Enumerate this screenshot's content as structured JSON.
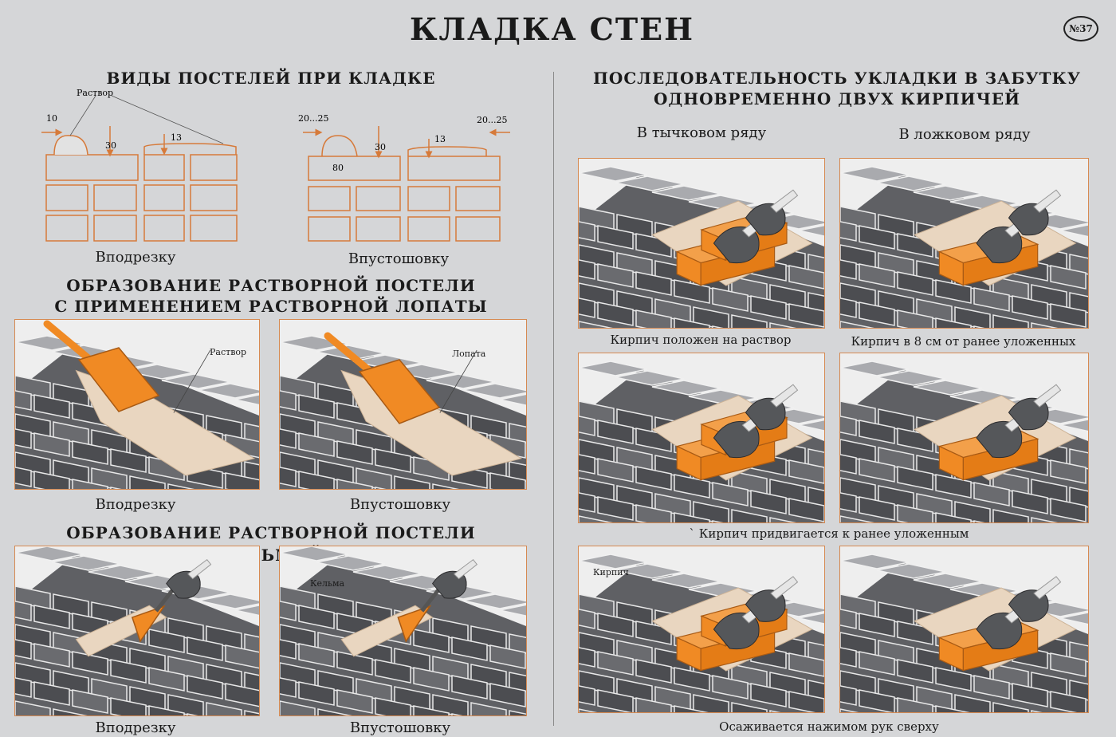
{
  "title": "КЛАДКА СТЕН",
  "badge": "№37",
  "left": {
    "beds": {
      "heading": "ВИДЫ ПОСТЕЛЕЙ ПРИ КЛАДКЕ",
      "mortar_label": "Раствор",
      "undercut": {
        "dims": [
          "10",
          "30",
          "13"
        ],
        "caption": "Вподрезку"
      },
      "hollow": {
        "dims": [
          "20...25",
          "30",
          "80",
          "13",
          "20...25"
        ],
        "caption": "Впустошовку"
      }
    },
    "shovel": {
      "heading_line1": "ОБРАЗОВАНИЕ РАСТВОРНОЙ ПОСТЕЛИ",
      "heading_line2": "С ПРИМЕНЕНИЕМ РАСТВОРНОЙ ЛОПАТЫ",
      "panels": [
        {
          "label": "Раствор",
          "caption": "Вподрезку"
        },
        {
          "label": "Лопата",
          "caption": "Впустошовку"
        }
      ]
    },
    "trowel": {
      "heading": "ОБРАЗОВАНИЕ РАСТВОРНОЙ ПОСТЕЛИ КЕЛЬМОЙ",
      "panels": [
        {
          "label": "",
          "caption": "Вподрезку"
        },
        {
          "label": "Кельма",
          "caption": "Впустошовку"
        }
      ]
    }
  },
  "right": {
    "heading_line1": "ПОСЛЕДОВАТЕЛЬНОСТЬ УКЛАДКИ В ЗАБУТКУ",
    "heading_line2": "ОДНОВРЕМЕННО ДВУХ КИРПИЧЕЙ",
    "col1": "В тычковом ряду",
    "col2": "В ложковом ряду",
    "row1_caption_left": "Кирпич положен на раствор",
    "row1_caption_right": "Кирпич в 8 см от ранее уложенных",
    "row2_caption": "` Кирпич придвигается к ранее уложенным",
    "row3_caption": "Осаживается нажимом рук сверху",
    "brick_label": "Кирпич"
  },
  "colors": {
    "brick_orange": "#f08a24",
    "wall_gray": "#7d7d80",
    "mortar": "#e9d6c0",
    "glove": "#55575a",
    "line_orange": "#d67a3a"
  }
}
